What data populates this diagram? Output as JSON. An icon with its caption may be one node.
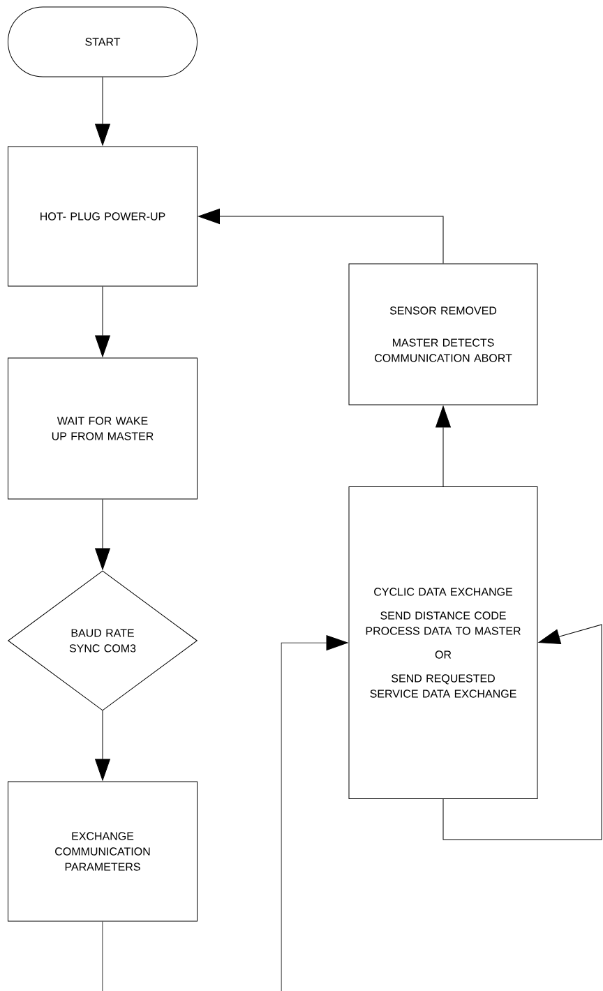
{
  "diagram": {
    "nodes": [
      {
        "text": [
          "START"
        ]
      },
      {
        "text": [
          "HOT- PLUG POWER-UP"
        ]
      },
      {
        "text": [
          "WAIT FOR WAKE UP FROM MASTER"
        ]
      },
      {
        "text": [
          "BAUD RATE SYNC COM3"
        ]
      },
      {
        "text": [
          "EXCHANGE COMMUNICATION PARAMETERS"
        ]
      },
      {
        "text": [
          "SENSOR REMOVED",
          "MASTER DETECTS COMMUNICATION ABORT"
        ]
      },
      {
        "text": [
          "CYCLIC DATA EXCHANGE",
          "SEND DISTANCE CODE PROCESS DATA TO MASTER",
          "OR",
          "SEND REQUESTED SERVICE DATA EXCHANGE"
        ]
      }
    ],
    "edges": [
      {
        "from": 0,
        "to": 1,
        "arrow": "to"
      },
      {
        "from": 1,
        "to": 2,
        "arrow": "to"
      },
      {
        "from": 2,
        "to": 3,
        "arrow": "to"
      },
      {
        "from": 3,
        "to": 4,
        "arrow": "to"
      },
      {
        "from": 4,
        "to": null,
        "arrow": "none"
      },
      {
        "from": null,
        "to": 6,
        "arrow": "to"
      },
      {
        "from": 6,
        "to": 5,
        "arrow": "to"
      },
      {
        "from": 5,
        "to": 1,
        "arrow": "to"
      },
      {
        "from": 6,
        "to": 6,
        "arrow": "to"
      }
    ]
  }
}
